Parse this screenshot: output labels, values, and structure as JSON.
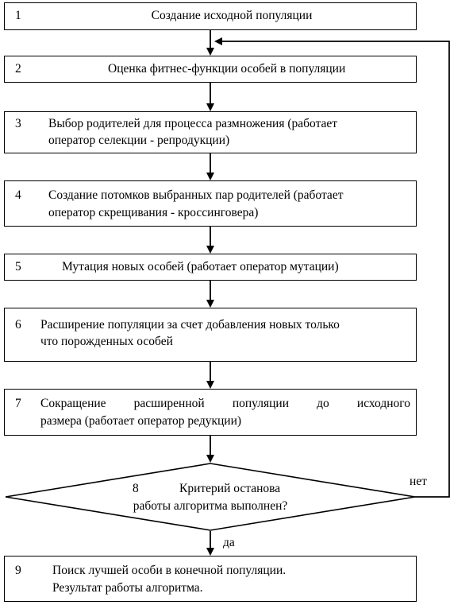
{
  "steps": [
    {
      "num": "1",
      "text": "Создание исходной популяции"
    },
    {
      "num": "2",
      "text": "Оценка фитнес-функции особей в популяции"
    },
    {
      "num": "3",
      "line1": "Выбор родителей для процесса размножения (работает",
      "line2": "оператор селекции - репродукции)"
    },
    {
      "num": "4",
      "line1": "Создание потомков выбранных пар родителей (работает",
      "line2": "оператор скрещивания - кроссинговера)"
    },
    {
      "num": "5",
      "text": "Мутация новых особей (работает оператор мутации)"
    },
    {
      "num": "6",
      "line1": "Расширение популяции за счет добавления новых только",
      "line2": "что порожденных особей"
    },
    {
      "num": "7",
      "line1": "Сокращение расширенной популяции до исходного",
      "line2": "размера (работает оператор редукции)"
    },
    {
      "num": "9",
      "line1": "Поиск лучшей особи в конечной популяции.",
      "line2": "Результат работы алгоритма."
    }
  ],
  "decision": {
    "num": "8",
    "line1": "Критерий останова",
    "line2": "работы алгоритма выполнен?"
  },
  "labels": {
    "no": "нет",
    "yes": "да"
  }
}
